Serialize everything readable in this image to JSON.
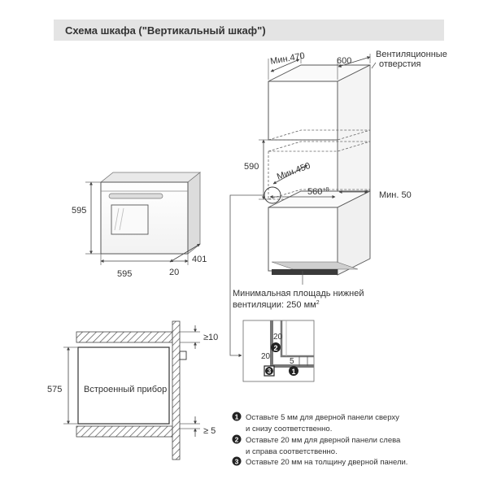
{
  "header": {
    "title": "Схема шкафа (\"Вертикальный шкаф\")"
  },
  "oven_front": {
    "height_label": "595",
    "width_label": "595",
    "depth_label": "401",
    "door_label": "20"
  },
  "cabinet": {
    "min_width_label": "Мин.470",
    "depth_label": "600",
    "vent_label_line1": "Вентиляционные",
    "vent_label_line2": "отверстия",
    "niche_height_label": "590",
    "min_450_label": "Мин.450",
    "width_560_label": "560",
    "width_560_sup": "+8",
    "min_50_label": "Мин. 50",
    "airflow_line1": "Минимальная площадь нижней",
    "airflow_line2": "вентиляции: 250 мм",
    "airflow_sup": "2"
  },
  "section": {
    "height_label": "575",
    "appliance_label": "Встроенный прибор",
    "top_gap_label": "≥10",
    "bottom_gap_label": "≥ 5"
  },
  "detail": {
    "dim_20_vertical": "20",
    "dim_20_horizontal": "20",
    "dim_5": "5",
    "marker_1": "1",
    "marker_2": "2",
    "marker_3": "3"
  },
  "notes": [
    {
      "number": "1",
      "line1": "Оставьте 5 мм для дверной панели сверху",
      "line2": "и снизу соответственно."
    },
    {
      "number": "2",
      "line1": "Оставьте 20 мм для дверной панели слева",
      "line2": "и справа соответственно."
    },
    {
      "number": "3",
      "line1": "Оставьте 20 мм на толщину дверной панели.",
      "line2": ""
    }
  ]
}
